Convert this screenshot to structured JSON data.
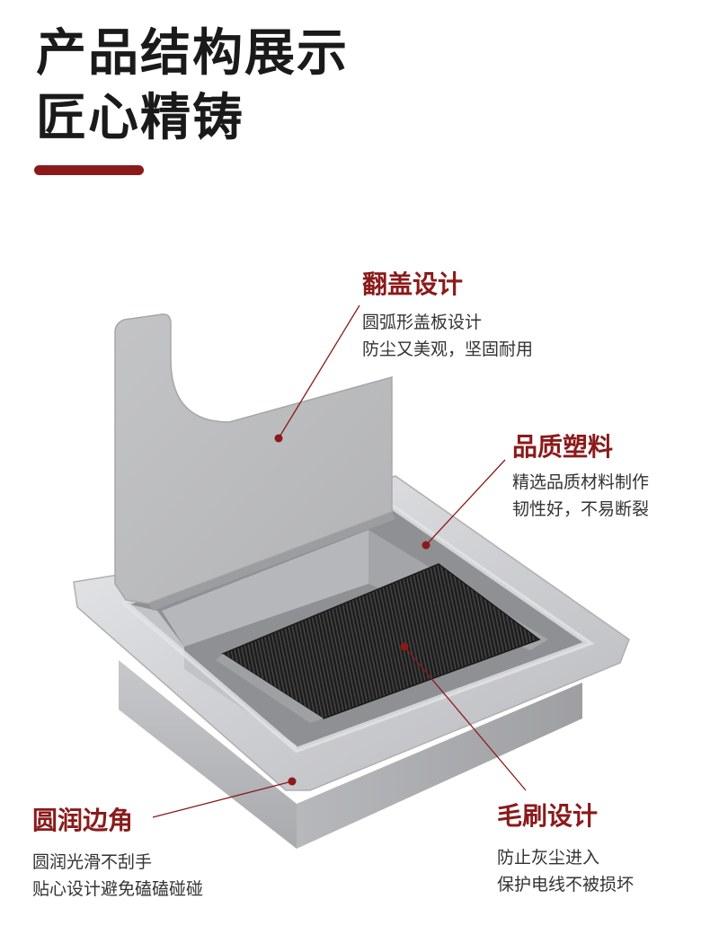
{
  "header": {
    "title_line1": "产品结构展示",
    "title_line2": "匠心精铸",
    "accent_color": "#8b1a1a"
  },
  "callouts": [
    {
      "title": "翻盖设计",
      "lines": [
        "圆弧形盖板设计",
        "防尘又美观，坚固耐用"
      ]
    },
    {
      "title": "品质塑料",
      "lines": [
        "精选品质材料制作",
        "韧性好，不易断裂"
      ]
    },
    {
      "title": "圆润边角",
      "lines": [
        "圆润光滑不刮手",
        "贴心设计避免磕磕碰碰"
      ]
    },
    {
      "title": "毛刷设计",
      "lines": [
        "防止灰尘进入",
        "保护电线不被损坏"
      ]
    }
  ],
  "product": {
    "name_icon": "desk-grommet-box-illustration",
    "metal_color": "#c9cacc",
    "brush_color": "#2a2a2a"
  }
}
